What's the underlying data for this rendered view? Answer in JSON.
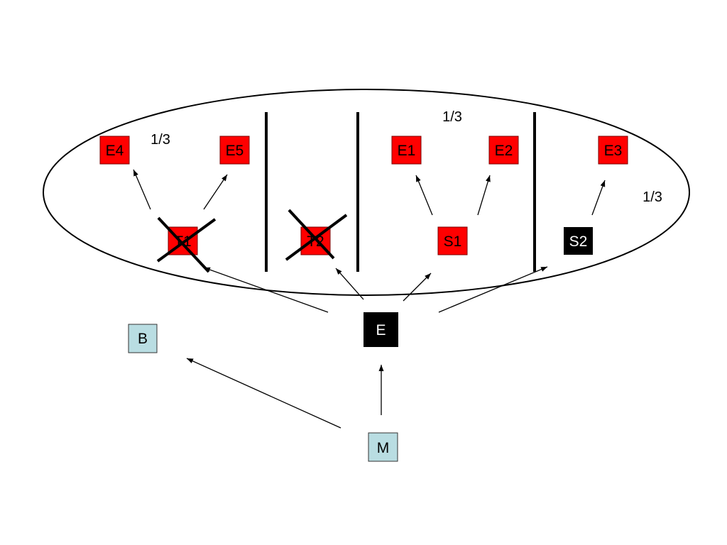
{
  "colors": {
    "red": "#ff0000",
    "black": "#000000",
    "light_blue": "#b9dde2",
    "white": "#ffffff"
  },
  "nodes": {
    "e4": "E4",
    "e5": "E5",
    "e1": "E1",
    "e2": "E2",
    "e3": "E3",
    "t1": "T1",
    "t2": "T2",
    "s1": "S1",
    "s2": "S2",
    "e": "E",
    "b": "B",
    "m": "M"
  },
  "labels": {
    "left_fraction": "1/3",
    "top_fraction": "1/3",
    "right_fraction": "1/3"
  }
}
